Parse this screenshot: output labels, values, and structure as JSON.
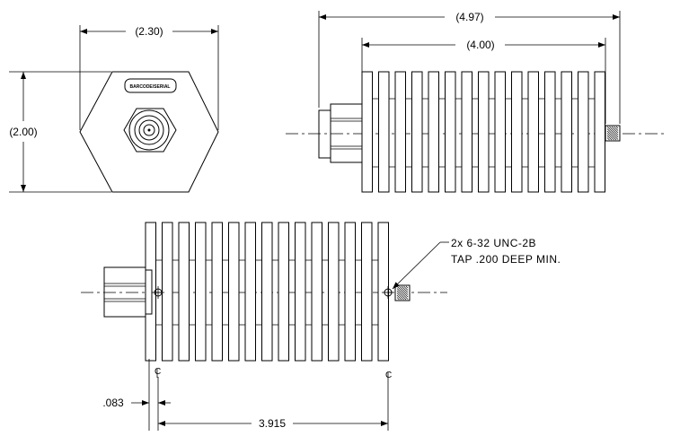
{
  "end_view": {
    "width_dim": "(2.30)",
    "height_dim": "(2.00)",
    "label_plate": "BARCODE/SERIAL"
  },
  "side_view": {
    "overall_dim": "(4.97)",
    "body_dim": "(4.00)"
  },
  "bottom_view": {
    "note_line1": "2x  6-32  UNC-2B",
    "note_line2": "TAP  .200  DEEP  MIN.",
    "offset_dim": ".083",
    "hole_spacing_dim": "3.915",
    "centerline_left": "C",
    "centerline_right": "C"
  }
}
